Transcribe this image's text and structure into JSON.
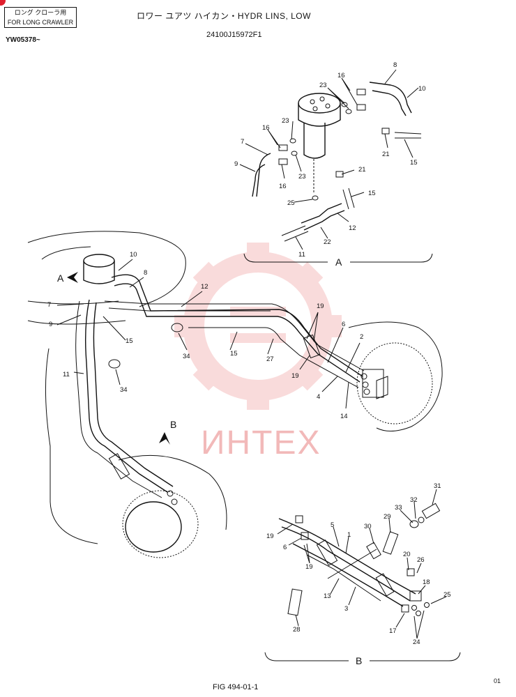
{
  "header": {
    "box_line1": "ロング クローラ用",
    "box_line2": "FOR LONG CRAWLER",
    "serial": "YW05378~",
    "title": "ロワー ユアツ ハイカン・HYDR LINS, LOW",
    "part_number": "24100J15972F1"
  },
  "footer": {
    "figure": "FIG 494-01-1",
    "page": "01"
  },
  "watermark": "ИНТЕХ",
  "sections": {
    "A": "A",
    "B": "B"
  },
  "callouts": {
    "A": [
      {
        "t": "8"
      },
      {
        "t": "10"
      },
      {
        "t": "16"
      },
      {
        "t": "23"
      },
      {
        "t": "23"
      },
      {
        "t": "16"
      },
      {
        "t": "21"
      },
      {
        "t": "15"
      },
      {
        "t": "7"
      },
      {
        "t": "9"
      },
      {
        "t": "16"
      },
      {
        "t": "23"
      },
      {
        "t": "21"
      },
      {
        "t": "25"
      },
      {
        "t": "15"
      },
      {
        "t": "12"
      },
      {
        "t": "22"
      },
      {
        "t": "11"
      }
    ],
    "main": [
      {
        "t": "10"
      },
      {
        "t": "8"
      },
      {
        "t": "A"
      },
      {
        "t": "7"
      },
      {
        "t": "9"
      },
      {
        "t": "15"
      },
      {
        "t": "12"
      },
      {
        "t": "34"
      },
      {
        "t": "15"
      },
      {
        "t": "27"
      },
      {
        "t": "19"
      },
      {
        "t": "6"
      },
      {
        "t": "2"
      },
      {
        "t": "19"
      },
      {
        "t": "4"
      },
      {
        "t": "14"
      },
      {
        "t": "11"
      },
      {
        "t": "34"
      },
      {
        "t": "B"
      }
    ],
    "B": [
      {
        "t": "31"
      },
      {
        "t": "32"
      },
      {
        "t": "33"
      },
      {
        "t": "29"
      },
      {
        "t": "30"
      },
      {
        "t": "5"
      },
      {
        "t": "1"
      },
      {
        "t": "19"
      },
      {
        "t": "6"
      },
      {
        "t": "19"
      },
      {
        "t": "20"
      },
      {
        "t": "26"
      },
      {
        "t": "18"
      },
      {
        "t": "25"
      },
      {
        "t": "13"
      },
      {
        "t": "3"
      },
      {
        "t": "17"
      },
      {
        "t": "24"
      },
      {
        "t": "28"
      }
    ]
  }
}
